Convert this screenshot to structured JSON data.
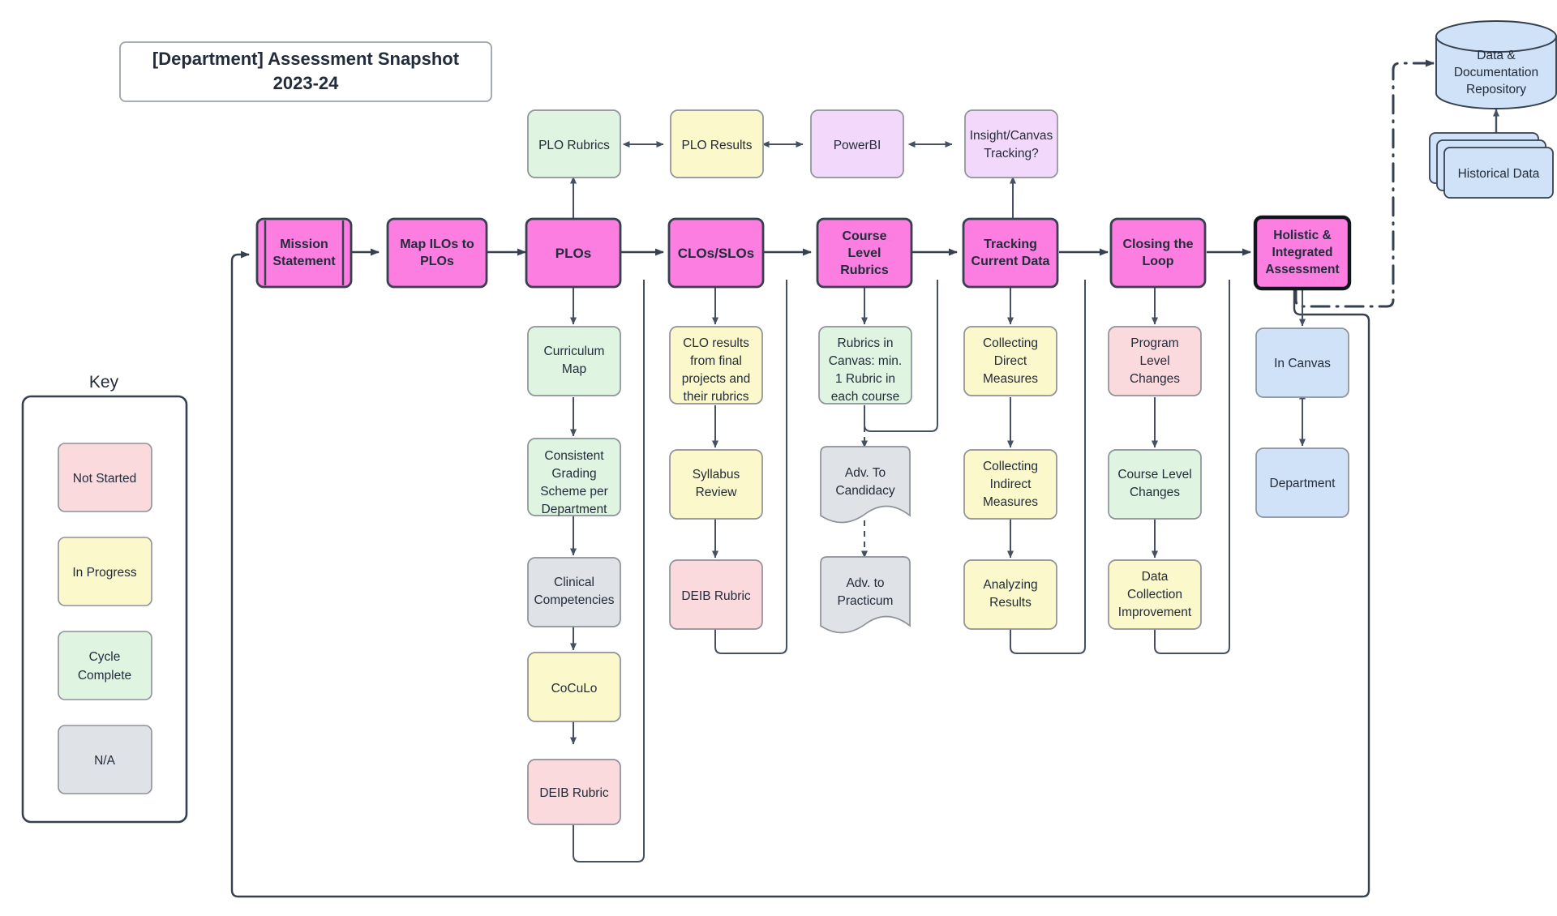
{
  "title": {
    "line1": "[Department] Assessment Snapshot",
    "line2": "2023-24"
  },
  "key": {
    "heading": "Key",
    "items": [
      {
        "label": "Not Started",
        "color": "#fadadd"
      },
      {
        "label": "In Progress",
        "color": "#fbf8cc"
      },
      {
        "label": "Cycle Complete",
        "color": "#dff5e1"
      },
      {
        "label": "N/A",
        "color": "#dfe3e8"
      }
    ]
  },
  "palette": {
    "pink_main": "#fb7ee0",
    "not_started": "#fadadd",
    "in_progress": "#fbf8cc",
    "cycle_complete": "#dff5e1",
    "na_grey": "#dfe3e8",
    "purple": "#f2d9fb",
    "blue": "#cfe2f7",
    "stroke": "#36404f",
    "text": "#232c3b"
  },
  "main_row": [
    {
      "label": "Mission Statement",
      "shape": "subroutine"
    },
    {
      "label": "Map ILOs to PLOs",
      "shape": "rect"
    },
    {
      "label": "PLOs",
      "shape": "rect"
    },
    {
      "label": "CLOs/SLOs",
      "shape": "rect"
    },
    {
      "label": "Course Level Rubrics",
      "shape": "rect"
    },
    {
      "label": "Tracking Current Data",
      "shape": "rect"
    },
    {
      "label": "Closing the Loop",
      "shape": "rect"
    },
    {
      "label": "Holistic & Integrated Assessment",
      "shape": "rect-bold"
    }
  ],
  "top_row": [
    {
      "label": "PLO Rubrics",
      "status": "cycle_complete"
    },
    {
      "label": "PLO Results",
      "status": "in_progress"
    },
    {
      "label": "PowerBI",
      "status": "purple"
    },
    {
      "label": "Insight/Canvas Tracking?",
      "status": "purple"
    }
  ],
  "columns": {
    "plos": [
      {
        "label": "Curriculum Map",
        "status": "cycle_complete"
      },
      {
        "label": "Consistent Grading Scheme per Department",
        "status": "cycle_complete"
      },
      {
        "label": "Clinical Competencies",
        "status": "na_grey"
      },
      {
        "label": "CoCuLo",
        "status": "in_progress"
      },
      {
        "label": "DEIB Rubric",
        "status": "not_started"
      }
    ],
    "clos": [
      {
        "label": "CLO results from final projects and their rubrics",
        "status": "in_progress"
      },
      {
        "label": "Syllabus Review",
        "status": "in_progress"
      },
      {
        "label": "DEIB Rubric",
        "status": "not_started"
      }
    ],
    "course_rubrics": [
      {
        "label": "Rubrics in Canvas: min. 1 Rubric in each course",
        "status": "cycle_complete",
        "shape": "rect"
      },
      {
        "label": "Adv. To Candidacy",
        "status": "na_grey",
        "shape": "document"
      },
      {
        "label": "Adv. to Practicum",
        "status": "na_grey",
        "shape": "document"
      }
    ],
    "tracking": [
      {
        "label": "Collecting Direct Measures",
        "status": "in_progress"
      },
      {
        "label": "Collecting Indirect Measures",
        "status": "in_progress"
      },
      {
        "label": "Analyzing Results",
        "status": "in_progress"
      }
    ],
    "closing": [
      {
        "label": "Program Level Changes",
        "status": "not_started"
      },
      {
        "label": "Course Level Changes",
        "status": "cycle_complete"
      },
      {
        "label": "Data Collection Improvement",
        "status": "in_progress"
      }
    ],
    "holistic": [
      {
        "label": "In Canvas",
        "status": "blue"
      },
      {
        "label": "Department",
        "status": "blue"
      }
    ]
  },
  "repository": {
    "database_label": "Data & Documentation Repository",
    "historical_label": "Historical Data"
  }
}
